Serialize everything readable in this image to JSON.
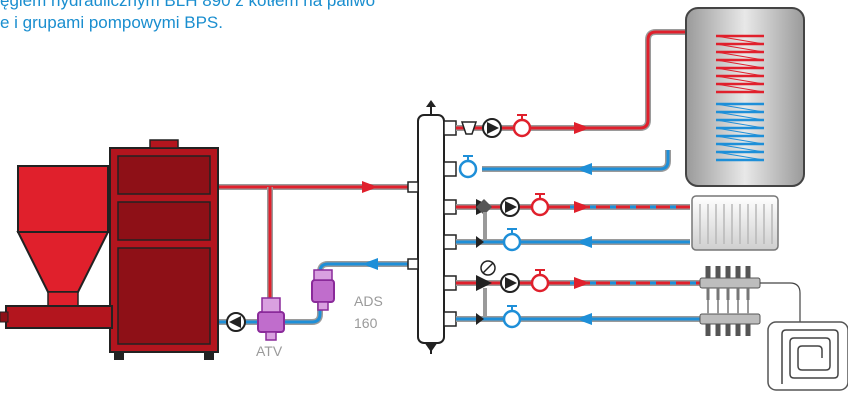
{
  "title_line1": "ęglem hydraulicznym BLH 890 z kotłem na paliwo",
  "title_line2": "e i grupami pompowymi BPS.",
  "labels": {
    "atv": "ATV",
    "ads_line1": "ADS",
    "ads_line2": "160"
  },
  "colors": {
    "supply": "#e0202c",
    "return": "#1e8fd8",
    "boiler": "#b3151e",
    "boiler_dark": "#8e1017",
    "title": "#1a8ecf",
    "valve_purple": "#8a2a9a",
    "separator": "#ffffff"
  }
}
